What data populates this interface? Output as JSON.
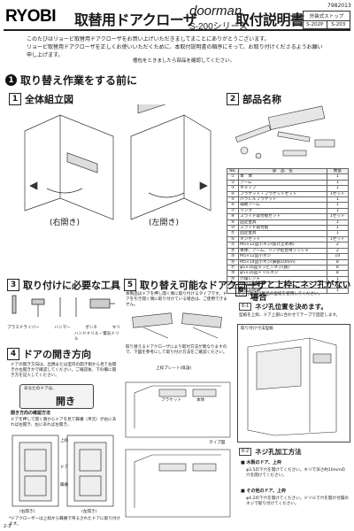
{
  "header": {
    "logo": "RYOBI",
    "product": "取替用ドアクローザ",
    "brand": "doorman",
    "series": "S-200シリーズ",
    "manual_title": "取付説明書",
    "doc_number": "7982013",
    "type_label": "外装式ストップ",
    "models": [
      "S-202P",
      "S-203"
    ]
  },
  "intro": {
    "line1": "このたびはリョービ取替用ドアクローザをお買い上げいただきましてまことにありがとうございます。",
    "line2": "リョービ取替用ドアクローザを正しくお使いいただくために、本取付説明書の順序にそって、お取り付けくださるようお願い申し上げます。",
    "confirm": "梱包をときましたら部品を確認してください。"
  },
  "section1": {
    "num": "1",
    "title": "取り替え作業をする前に"
  },
  "overview": {
    "num": "1",
    "title": "全体組立図",
    "right_caption": "(右開き)",
    "left_caption": "(左開き)"
  },
  "parts": {
    "num": "2",
    "title": "部品名称",
    "headers": [
      "No.",
      "部　品　名",
      "数量"
    ],
    "rows": [
      [
        "①",
        "本　体",
        "1"
      ],
      [
        "②",
        "アーム",
        "1"
      ],
      [
        "③",
        "キャップ",
        "1"
      ],
      [
        "④",
        "ブラケット・ブラケットセット",
        "1セット"
      ],
      [
        "⑤",
        "パラレルブラケット",
        "1"
      ],
      [
        "⑥",
        "補助アーム",
        "1"
      ],
      [
        "⑦",
        "リンク",
        "1"
      ],
      [
        "⑧",
        "スライド取付板セット",
        "1セット"
      ],
      [
        "⑨",
        "固定金具",
        "1"
      ],
      [
        "⑩",
        "スライド取付板",
        "1"
      ],
      [
        "⑪",
        "固定金具",
        "1"
      ],
      [
        "⑫",
        "ネジセット",
        "1セット"
      ],
      [
        "⑬",
        "M5×12皿小ネジ(抜け止め用)",
        "2"
      ],
      [
        "⑭",
        "本体、アーム、リンク結合用ワッシャ",
        "2"
      ],
      [
        "⑮",
        "M5×12皿小ネジ",
        "10"
      ],
      [
        "⑯",
        "M5×14皿小ネジ(脚部10mm)",
        "8"
      ],
      [
        "⑰",
        "φ5×16皿タッピンネジ(鉄)",
        "8"
      ],
      [
        "⑱",
        "φ5×16皿ドリルネジ",
        "8"
      ],
      [
        "⑲",
        "六角レンチ",
        "1"
      ],
      [
        "⑳",
        "取付説明書",
        "1"
      ],
      [
        "",
        "取扱説明書",
        "1"
      ]
    ]
  },
  "tools": {
    "num": "3",
    "title": "取り付けに必要な工具",
    "items": [
      "プラスドライバー",
      "ハンマー",
      "ポンチ",
      "キリ",
      "ハンドドリル・電気ドリル"
    ]
  },
  "direction": {
    "num": "4",
    "title": "ドアの開き方向",
    "text": "ドアの開き方向は、出隅または室内の開き側から見て右開きか左開きかで確認してください。ご確認後、下の欄に開き方を記入してください。",
    "door_label": "あなたのドアは、",
    "door_value": "開き",
    "method_title": "開き方向の確認方法",
    "method_text": "ドアを押して開く側からドアを見て蝶番（吊元）が右にあれば右開き、左にあれば左開き。",
    "right": "(右開き)",
    "left": "(左開き)",
    "labels": [
      "上枠",
      "ドア",
      "蝶番"
    ],
    "footnote": "*ドアクローザーは上枠から蝶番で吊るされたドアに取り付けます。"
  },
  "replaceable": {
    "num": "5",
    "title": "取り替え可能なドアクローザ",
    "text": "本製品はドアを押し開く側に取り付けるタイプです。ドアを引き開く側に取り付けている場合は、ご使用できません。",
    "note": "取り替えるドアクローザにより取付方法が異なりますので、下図を参考にして取り付け方法をご確認ください。",
    "labels": [
      "上枠プレート(既設)",
      "ブラケット",
      "本体",
      "タイプ図"
    ]
  },
  "noscrew": {
    "num": "6",
    "title": "ドアと上枠にネジ孔がない場合",
    "text": "ネジ孔加工は現品の型紙を使用してください。",
    "step1_num": "6-1",
    "step1_title": "ネジ孔位置を決めます。",
    "step1_text": "型紙を上枠、ドア上部に合わせてテープで固定します。",
    "diagram_title": "取り付け寸法型紙",
    "step2_num": "6-2",
    "step2_title": "ネジ孔加工方法",
    "wood_title": "木製のドア、上枠",
    "wood_text": "φ3.5の下穴を開けてください。キリで深さ約10mmの穴を開けてください。",
    "metal_title": "その他のドア、上枠",
    "metal_text": "φ4.2の下穴を開けてください。ドリルで穴を開け付属のネジで取り付けてください。"
  },
  "page_number": "2-3"
}
